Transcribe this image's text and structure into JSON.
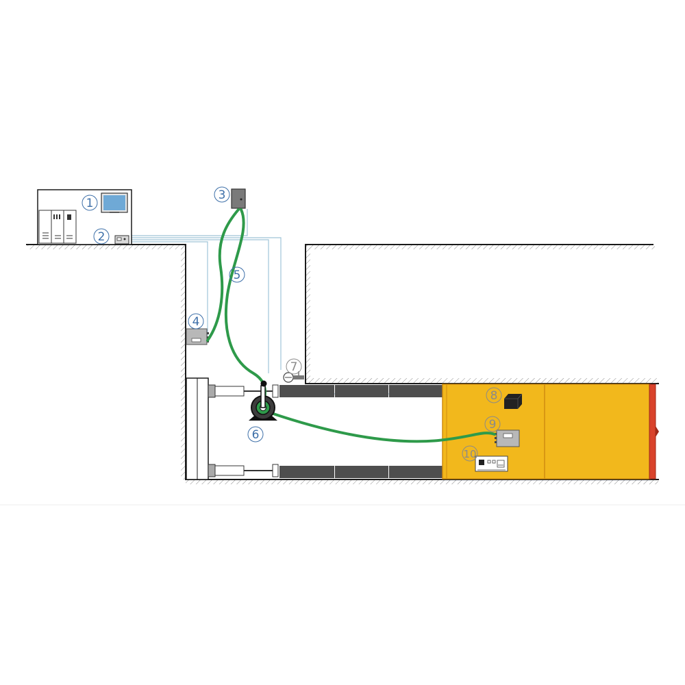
{
  "colors": {
    "ground": "#1a1a1a",
    "hatch": "#8a8a8a",
    "cable_green": "#2e9a4a",
    "signal_line": "#9fc4d8",
    "tbm_yellow": "#f2b81c",
    "tbm_orange_line": "#d08c10",
    "cutter_red": "#d9432b",
    "pipe_dark": "#4e4e4e",
    "label_blue": "#3d6fa8",
    "label_gray": "#8a8a8a",
    "device_gray": "#b8b8b8",
    "monitor_blue": "#6fa9d6"
  },
  "labels": [
    {
      "id": "1",
      "text": "1",
      "tone": "blue"
    },
    {
      "id": "2",
      "text": "2",
      "tone": "blue"
    },
    {
      "id": "3",
      "text": "3",
      "tone": "blue"
    },
    {
      "id": "4",
      "text": "4",
      "tone": "blue"
    },
    {
      "id": "5",
      "text": "5",
      "tone": "blue"
    },
    {
      "id": "6",
      "text": "6",
      "tone": "blue"
    },
    {
      "id": "7",
      "text": "7",
      "tone": "gray"
    },
    {
      "id": "8",
      "text": "8",
      "tone": "gray"
    },
    {
      "id": "9",
      "text": "9",
      "tone": "gray"
    },
    {
      "id": "10",
      "text": "10",
      "tone": "gray"
    }
  ],
  "icons": {
    "control_room": "control-cabinet-icon",
    "monitor": "monitor-icon",
    "junction_box": "junction-box-icon",
    "wall_box": "wall-terminal-box-icon",
    "cable_reel": "cable-reel-icon",
    "laser": "laser-target-icon",
    "black_box": "battery-box-icon",
    "receiver": "receiver-unit-icon",
    "display": "display-unit-icon"
  }
}
